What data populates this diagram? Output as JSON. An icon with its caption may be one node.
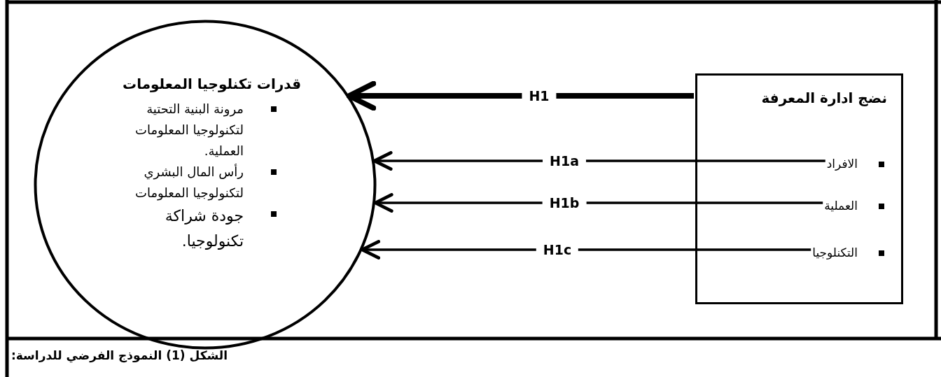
{
  "diagram": {
    "caption": "الشكل (1) النموذج الفرضي للدراسة:",
    "nodes": [
      {
        "text": [
          "نضج ادارة المعرفة"
        ]
      },
      {
        "text": [
          "الافراد"
        ],
        "in": 0
      },
      {
        "text": [
          "العملية"
        ],
        "in": 0
      },
      {
        "text": [
          "التكنلوجيا"
        ],
        "in": 0
      },
      {
        "text": [
          "قدرات تكنلوجيا المعلومات",
          "مرونة البنية التحتية لتكنولوجيا المعلومات العملية.",
          "رأس المال البشري لتكنولوجيا المعلومات",
          "جودة شراكة تكنولوجيا."
        ]
      }
    ],
    "edges": [
      {
        "from": 0,
        "to": 4,
        "arrow": "to",
        "label": "H1",
        "style": "thick"
      },
      {
        "from": 1,
        "to": 4,
        "arrow": "to",
        "label": "H1a"
      },
      {
        "from": 2,
        "to": 4,
        "arrow": "to",
        "label": "H1b"
      },
      {
        "from": 3,
        "to": 4,
        "arrow": "to",
        "label": "H1c"
      }
    ]
  }
}
